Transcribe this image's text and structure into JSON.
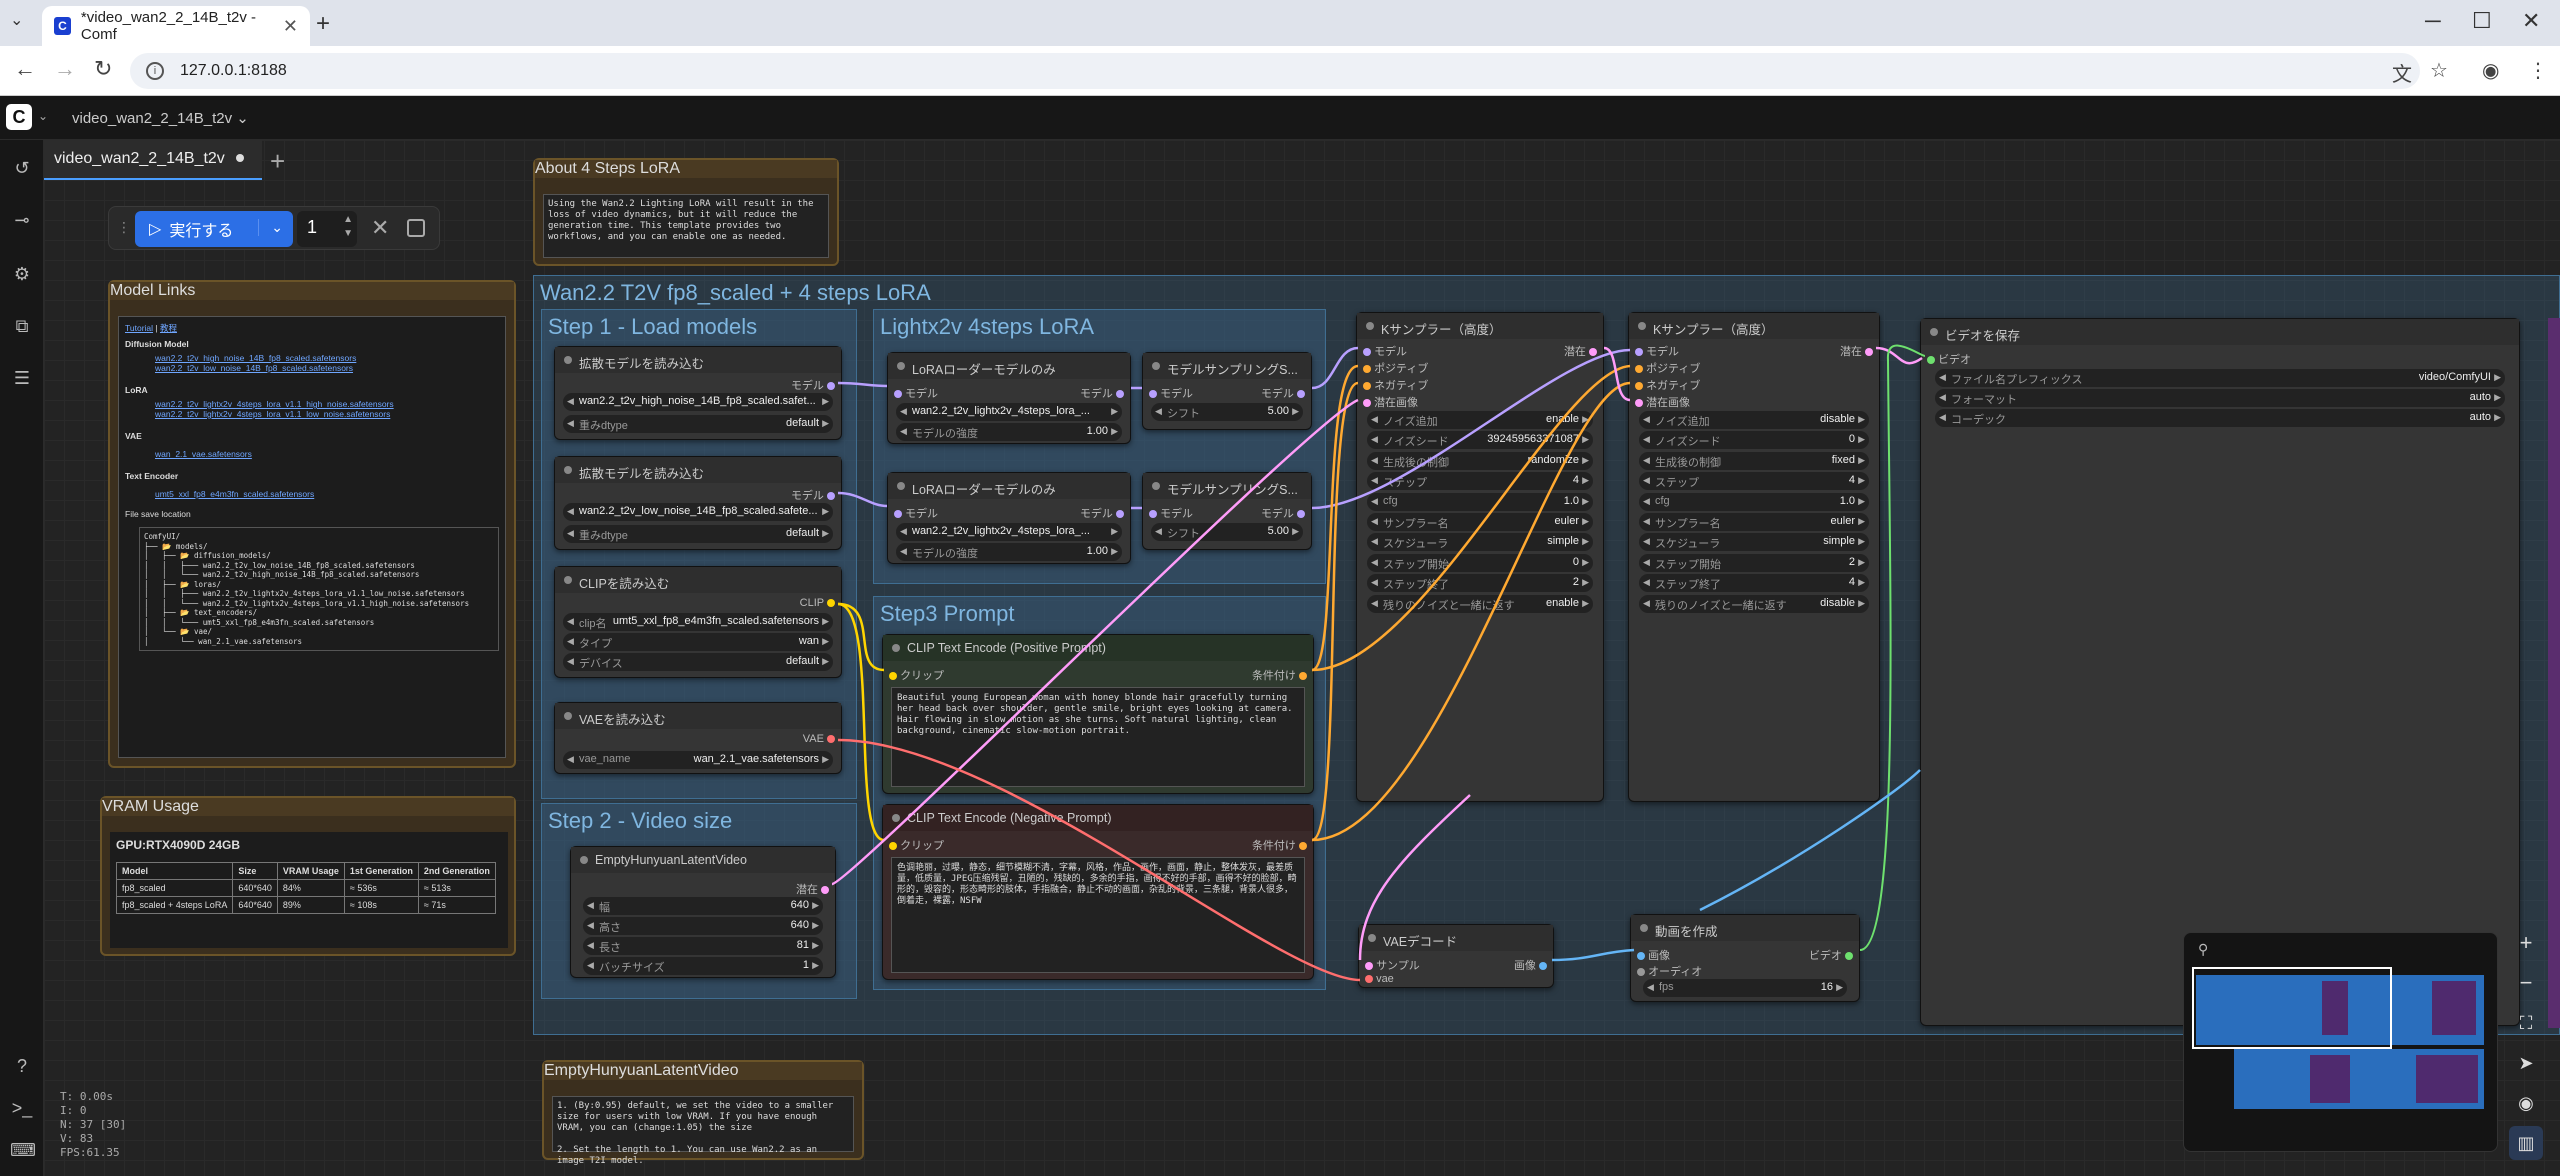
{
  "browser": {
    "tab_title": "*video_wan2_2_14B_t2v - Comf",
    "url": "127.0.0.1:8188"
  },
  "app": {
    "workflow_menu": "video_wan2_2_14B_t2v ⌄",
    "workflow_tab": "video_wan2_2_14B_t2v",
    "run_label": "実行する",
    "run_count": "1"
  },
  "groups": {
    "main": "Wan2.2 T2V fp8_scaled + 4 steps LoRA",
    "step1": "Step 1 - Load models",
    "lightx": "Lightx2v 4steps LoRA",
    "step2": "Step 2 - Video size",
    "step3": "Step3 Prompt"
  },
  "notes": {
    "about": {
      "title": "About 4 Steps LoRA",
      "text": "Using the Wan2.2 Lighting LoRA will result in the loss of video dynamics, but it will reduce the generation time. This template provides two workflows, and you can enable one as needed."
    },
    "links": {
      "title": "Model Links",
      "tutorial": "Tutorial",
      "tutorial_sep": " | ",
      "jp": "教程",
      "diffusion_h": "Diffusion Model",
      "diffusion": [
        "wan2.2_t2v_high_noise_14B_fp8_scaled.safetensors",
        "wan2.2_t2v_low_noise_14B_fp8_scaled.safetensors"
      ],
      "lora_h": "LoRA",
      "lora": [
        "wan2.2_t2v_lightx2v_4steps_lora_v1.1_high_noise.safetensors",
        "wan2.2_t2v_lightx2v_4steps_lora_v1.1_low_noise.safetensors"
      ],
      "vae_h": "VAE",
      "vae": [
        "wan_2.1_vae.safetensors"
      ],
      "te_h": "Text Encoder",
      "te": [
        "umt5_xxl_fp8_e4m3fn_scaled.safetensors"
      ],
      "save_h": "File save location",
      "tree": "ComfyUI/\n├── 📂 models/\n│   ├── 📂 diffusion_models/\n│   │   ├─── wan2.2_t2v_low_noise_14B_fp8_scaled.safetensors\n│   │   └─── wan2.2_t2v_high_noise_14B_fp8_scaled.safetensors\n│   ├── 📂 loras/\n│   │   ├─── wan2.2_t2v_lightx2v_4steps_lora_v1.1_low_noise.safetensors\n│   │   └─── wan2.2_t2v_lightx2v_4steps_lora_v1.1_high_noise.safetensors\n│   ├── 📂 text_encoders/\n│   │   └─── umt5_xxl_fp8_e4m3fn_scaled.safetensors\n│   └── 📂 vae/\n│       └── wan_2.1_vae.safetensors"
    },
    "vram": {
      "title": "VRAM Usage",
      "gpu": "GPU:RTX4090D 24GB",
      "headers": [
        "Model",
        "Size",
        "VRAM Usage",
        "1st Generation",
        "2nd Generation"
      ],
      "rows": [
        [
          "fp8_scaled",
          "640*640",
          "84%",
          "≈ 536s",
          "≈ 513s"
        ],
        [
          "fp8_scaled + 4steps LoRA",
          "640*640",
          "89%",
          "≈ 108s",
          "≈ 71s"
        ]
      ]
    },
    "latent": {
      "title": "EmptyHunyuanLatentVideo",
      "text": "1. (By:0.95) default, we set the video to a smaller size for users with low VRAM. If you have enough VRAM, you can (change:1.05) the size\n\n2. Set the length to 1. You can use Wan2.2 as an image T2I model."
    }
  },
  "nodes": {
    "unet1": {
      "title": "拡散モデルを読み込む",
      "out": "モデル",
      "w1": "wan2.2_t2v_high_noise_14B_fp8_scaled.safet...",
      "w2l": "重みdtype",
      "w2v": "default"
    },
    "unet2": {
      "title": "拡散モデルを読み込む",
      "out": "モデル",
      "w1": "wan2.2_t2v_low_noise_14B_fp8_scaled.safete...",
      "w2l": "重みdtype",
      "w2v": "default"
    },
    "clip": {
      "title": "CLIPを読み込む",
      "out": "CLIP",
      "w1l": "clip名",
      "w1v": "umt5_xxl_fp8_e4m3fn_scaled.safetensors",
      "w2l": "タイプ",
      "w2v": "wan",
      "w3l": "デバイス",
      "w3v": "default"
    },
    "vae": {
      "title": "VAEを読み込む",
      "out": "VAE",
      "w1l": "vae_name",
      "w1v": "wan_2.1_vae.safetensors"
    },
    "lora1": {
      "title": "LoRAローダーモデルのみ",
      "in": "モデル",
      "out": "モデル",
      "w1": "wan2.2_t2v_lightx2v_4steps_lora_...",
      "w2l": "モデルの強度",
      "w2v": "1.00"
    },
    "lora2": {
      "title": "LoRAローダーモデルのみ",
      "in": "モデル",
      "out": "モデル",
      "w1": "wan2.2_t2v_lightx2v_4steps_lora_...",
      "w2l": "モデルの強度",
      "w2v": "1.00"
    },
    "shift1": {
      "title": "モデルサンプリングS...",
      "in": "モデル",
      "out": "モデル",
      "wl": "シフト",
      "wv": "5.00"
    },
    "shift2": {
      "title": "モデルサンプリングS...",
      "in": "モデル",
      "out": "モデル",
      "wl": "シフト",
      "wv": "5.00"
    },
    "pos": {
      "title": "CLIP Text Encode (Positive Prompt)",
      "in": "クリップ",
      "out": "条件付け",
      "text": "Beautiful young European woman with honey blonde hair gracefully turning her head back over shoulder, gentle smile, bright eyes looking at camera. Hair flowing in slow motion as she turns. Soft natural lighting, clean background, cinematic slow-motion portrait."
    },
    "neg": {
      "title": "CLIP Text Encode (Negative Prompt)",
      "in": "クリップ",
      "out": "条件付け",
      "text": "色调艳丽，过曝，静态，细节模糊不清，字幕，风格，作品，画作，画面，静止，整体发灰，最差质量，低质量，JPEG压缩残留，丑陋的，残缺的，多余的手指，画得不好的手部，画得不好的脸部，畸形的，毁容的，形态畸形的肢体，手指融合，静止不动的画面，杂乱的背景，三条腿，背景人很多，倒着走，裸露，NSFW"
    },
    "latent": {
      "title": "EmptyHunyuanLatentVideo",
      "out": "潜在",
      "widgets": [
        [
          "幅",
          "640"
        ],
        [
          "高さ",
          "640"
        ],
        [
          "長さ",
          "81"
        ],
        [
          "バッチサイズ",
          "1"
        ]
      ]
    },
    "ks1": {
      "title": "Kサンプラー（高度）",
      "inputs": [
        "モデル",
        "ポジティブ",
        "ネガティブ",
        "潜在画像"
      ],
      "out": "潜在",
      "widgets": [
        [
          "ノイズ追加",
          "enable"
        ],
        [
          "ノイズシード",
          "392459563371087"
        ],
        [
          "生成後の制御",
          "randomize"
        ],
        [
          "ステップ",
          "4"
        ],
        [
          "cfg",
          "1.0"
        ],
        [
          "サンプラー名",
          "euler"
        ],
        [
          "スケジューラ",
          "simple"
        ],
        [
          "ステップ開始",
          "0"
        ],
        [
          "ステップ終了",
          "2"
        ],
        [
          "残りのノイズと一緒に返す",
          "enable"
        ]
      ]
    },
    "ks2": {
      "title": "Kサンプラー（高度）",
      "inputs": [
        "モデル",
        "ポジティブ",
        "ネガティブ",
        "潜在画像"
      ],
      "out": "潜在",
      "widgets": [
        [
          "ノイズ追加",
          "disable"
        ],
        [
          "ノイズシード",
          "0"
        ],
        [
          "生成後の制御",
          "fixed"
        ],
        [
          "ステップ",
          "4"
        ],
        [
          "cfg",
          "1.0"
        ],
        [
          "サンプラー名",
          "euler"
        ],
        [
          "スケジューラ",
          "simple"
        ],
        [
          "ステップ開始",
          "2"
        ],
        [
          "ステップ終了",
          "4"
        ],
        [
          "残りのノイズと一緒に返す",
          "disable"
        ]
      ]
    },
    "decode": {
      "title": "VAEデコード",
      "in1": "サンプル",
      "in2": "vae",
      "out": "画像"
    },
    "create": {
      "title": "動画を作成",
      "in1": "画像",
      "in2": "オーディオ",
      "out": "ビデオ",
      "wl": "fps",
      "wv": "16"
    },
    "save": {
      "title": "ビデオを保存",
      "in": "ビデオ",
      "widgets": [
        [
          "ファイル名プレフィックス",
          "video/ComfyUI"
        ],
        [
          "フォーマット",
          "auto"
        ],
        [
          "コーデック",
          "auto"
        ]
      ]
    }
  },
  "stats": [
    "T: 0.00s",
    "I: 0",
    "N: 37 [30]",
    "V: 83",
    "FPS:61.35"
  ]
}
